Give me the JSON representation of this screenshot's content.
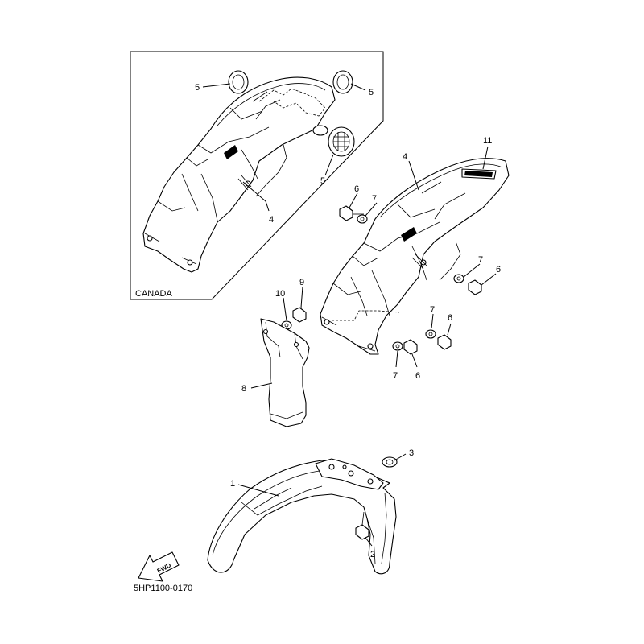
{
  "diagram": {
    "region_label": "CANADA",
    "diagram_code": "5HP1100-0170",
    "fwd_label": "FWD",
    "callouts": {
      "c5a": "5",
      "c5b": "5",
      "c5c": "5",
      "c4a": "4",
      "c4b": "4",
      "c11": "11",
      "c6a": "6",
      "c7a": "7",
      "c7b": "7",
      "c6b": "6",
      "c7c": "7",
      "c6c": "6",
      "c7d": "7",
      "c6d": "6",
      "c10": "10",
      "c9": "9",
      "c8": "8",
      "c1": "1",
      "c3": "3",
      "c2": "2"
    }
  }
}
